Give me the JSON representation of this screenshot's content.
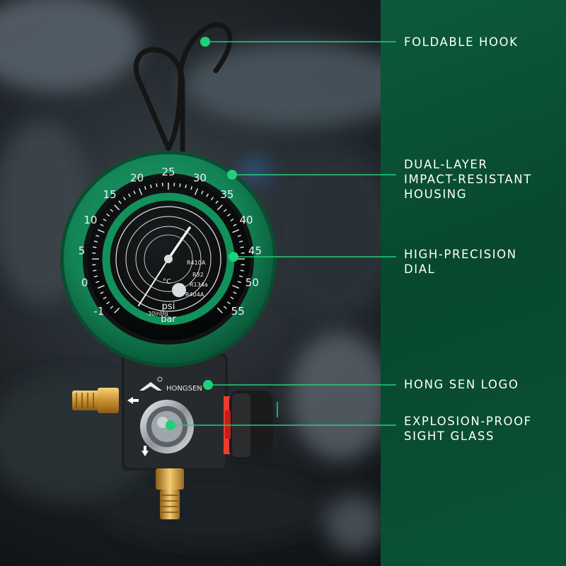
{
  "brand": {
    "logo_text": "HONGSEN",
    "accent_color": "#1fd07a"
  },
  "gauge": {
    "unit_psi": "psi",
    "unit_bar": "bar",
    "unit_celsius": "°C",
    "vacuum_label": "-30inHg",
    "outer_scale": [
      "-1",
      "0",
      "5",
      "10",
      "15",
      "20",
      "25",
      "30",
      "35",
      "40",
      "45",
      "50",
      "55"
    ],
    "refrigerants": [
      "R410A",
      "R32",
      "R134a",
      "R404A"
    ]
  },
  "callouts": [
    {
      "id": "hook",
      "label": "FOLDABLE HOOK"
    },
    {
      "id": "housing",
      "label": "DUAL-LAYER\nIMPACT-RESISTANT\nHOUSING"
    },
    {
      "id": "dial",
      "label": "HIGH-PRECISION\nDIAL"
    },
    {
      "id": "logo",
      "label": "HONG SEN LOGO"
    },
    {
      "id": "sight-glass",
      "label": "EXPLOSION-PROOF\nSIGHT GLASS"
    }
  ]
}
